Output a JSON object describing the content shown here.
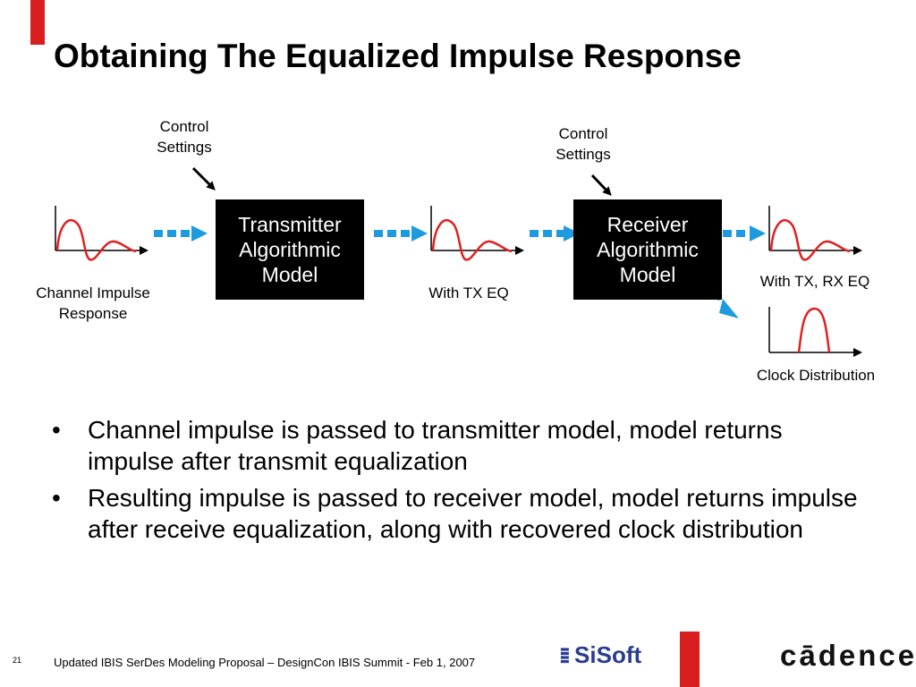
{
  "slide": {
    "title": "Obtaining The Equalized Impulse Response",
    "page_number": "21",
    "footer": "Updated IBIS SerDes Modeling Proposal – DesignCon IBIS Summit - Feb 1, 2007"
  },
  "diagram": {
    "control_settings_1": [
      "Control",
      "Settings"
    ],
    "control_settings_2": [
      "Control",
      "Settings"
    ],
    "transmitter_block": [
      "Transmitter",
      "Algorithmic",
      "Model"
    ],
    "receiver_block": [
      "Receiver",
      "Algorithmic",
      "Model"
    ],
    "channel_label": [
      "Channel Impulse",
      "Response"
    ],
    "tx_eq_label": "With TX EQ",
    "tx_rx_eq_label": "With TX, RX EQ",
    "clock_label": "Clock Distribution"
  },
  "bullets": [
    "Channel impulse is passed to transmitter model, model returns impulse after transmit equalization",
    "Resulting impulse is passed to receiver model, model returns impulse after receive equalization, along with recovered clock distribution"
  ],
  "logos": {
    "sisoft": "SiSoft",
    "cadence": "cādence",
    "cadence_tm": "™"
  },
  "colors": {
    "accent_red": "#d81e1e",
    "arrow_blue": "#1e9be0",
    "waveform_red": "#e02020"
  }
}
